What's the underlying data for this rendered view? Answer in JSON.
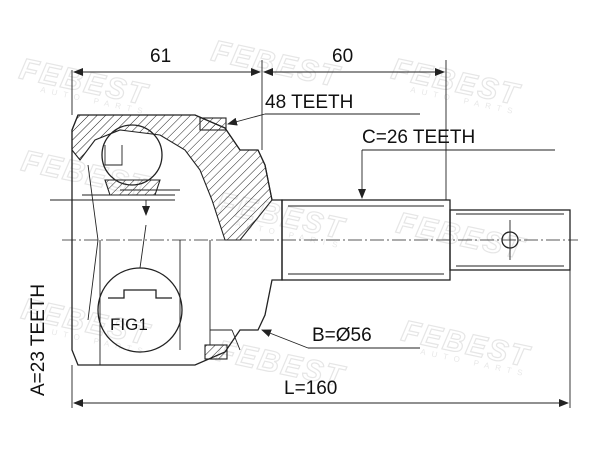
{
  "dimensions": {
    "top_left_length": "61",
    "top_right_length": "60",
    "outer_teeth": "48 TEETH",
    "shaft_teeth": "C=26 TEETH",
    "inner_teeth": "A=23 TEETH",
    "seal_diameter": "B=Ø56",
    "total_length": "L=160"
  },
  "figure_label": "FIG1",
  "watermark": {
    "brand": "FEBEST",
    "sub": "AUTO PARTS"
  },
  "colors": {
    "line": "#222222",
    "watermark": "#e6e6e6",
    "background": "#ffffff"
  }
}
